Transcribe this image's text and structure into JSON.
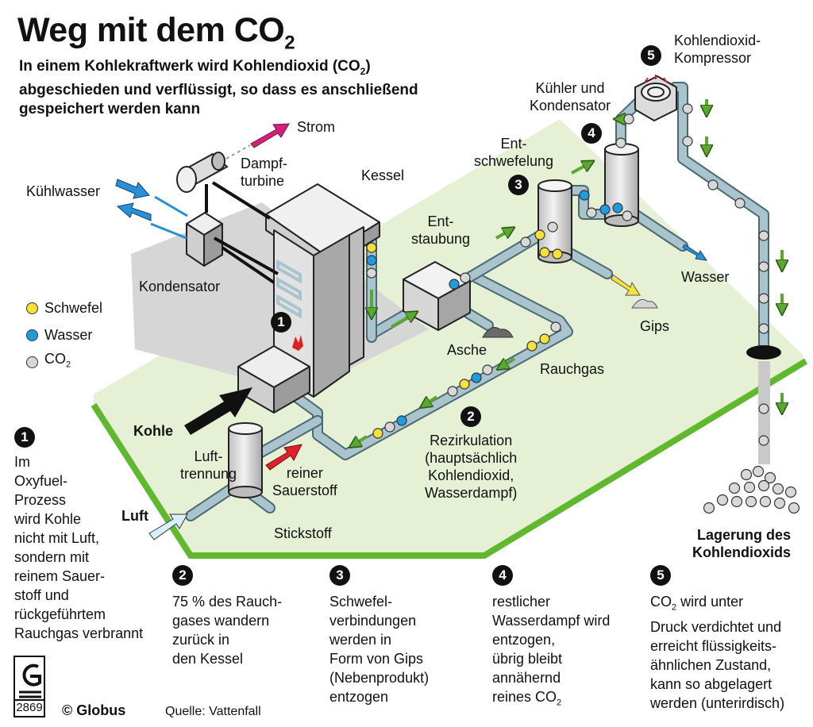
{
  "title": "Weg mit dem CO",
  "title_sub": "2",
  "subtitle": {
    "line1_a": "In einem Kohlekraftwerk wird Kohlendioxid (CO",
    "line1_sub": "2",
    "line1_b": ")",
    "line2": "abgeschieden und verflüssigt, so dass es anschließend",
    "line3": "gespeichert werden kann"
  },
  "labels": {
    "strom": "Strom",
    "dampfturbine_1": "Dampf-",
    "dampfturbine_2": "turbine",
    "kessel": "Kessel",
    "kuehlwasser": "Kühlwasser",
    "kondensator": "Kondensator",
    "entstaubung_1": "Ent-",
    "entstaubung_2": "staubung",
    "entschwefelung_1": "Ent-",
    "entschwefelung_2": "schwefelung",
    "kuehler_1": "Kühler und",
    "kuehler_2": "Kondensator",
    "kompressor_1": "Kohlendioxid-",
    "kompressor_2": "Kompressor",
    "wasser": "Wasser",
    "gips": "Gips",
    "asche": "Asche",
    "rauchgas": "Rauchgas",
    "rezirkulation_1": "Rezirkulation",
    "rezirkulation_2": "(hauptsächlich",
    "rezirkulation_3": "Kohlendioxid,",
    "rezirkulation_4": "Wasserdampf)",
    "kohle": "Kohle",
    "luft": "Luft",
    "lufttrennung_1": "Luft-",
    "lufttrennung_2": "trennung",
    "sauerstoff_1": "reiner",
    "sauerstoff_2": "Sauerstoff",
    "stickstoff": "Stickstoff",
    "lagerung_1": "Lagerung des",
    "lagerung_2": "Kohlendioxids"
  },
  "legend": [
    {
      "label": "Schwefel",
      "color": "#f7e03a"
    },
    {
      "label": "Wasser",
      "color": "#1f9be0"
    },
    {
      "label": "CO",
      "sub": "2",
      "color": "#d8d8d8"
    }
  ],
  "markers": [
    "1",
    "2",
    "3",
    "4",
    "5"
  ],
  "steps": [
    {
      "num": "1",
      "lines": [
        "Im",
        "Oxyfuel-",
        "Prozess",
        "wird Kohle",
        "nicht mit Luft,",
        "sondern mit",
        "reinem Sauer-",
        "stoff und",
        "rückgeführtem",
        "Rauchgas verbrannt"
      ]
    },
    {
      "num": "2",
      "lines": [
        "75 % des Rauch-",
        "gases wandern",
        "zurück in",
        "den Kessel"
      ]
    },
    {
      "num": "3",
      "lines": [
        "Schwefel-",
        "verbindungen",
        "werden in",
        "Form von Gips",
        "(Nebenprodukt)",
        "entzogen"
      ]
    },
    {
      "num": "4",
      "lines": [
        "restlicher",
        "Wasserdampf wird",
        "entzogen,",
        "übrig bleibt",
        "annähernd",
        "reines CO"
      ],
      "last_sub": "2"
    },
    {
      "num": "5",
      "first_a": "CO",
      "first_sub": "2",
      "first_b": " wird unter",
      "lines": [
        "Druck verdichtet und",
        "erreicht flüssigkeits-",
        "ähnlichen Zustand,",
        "kann so abgelagert",
        "werden (unterirdisch)"
      ]
    }
  ],
  "footer": {
    "globus_id": "2869",
    "copyright": "© Globus",
    "source": "Quelle: Vattenfall"
  },
  "colors": {
    "ground": "#e6f0d4",
    "ground_edge": "#5fb82e",
    "pipe": "#a9c4cc",
    "pipe_edge": "#4a6a74",
    "machine": "#dcdcdc",
    "arrow_green": "#5aa832",
    "arrow_blue": "#2a8fd6",
    "arrow_red": "#e0202a",
    "arrow_magenta": "#d61f7a"
  }
}
